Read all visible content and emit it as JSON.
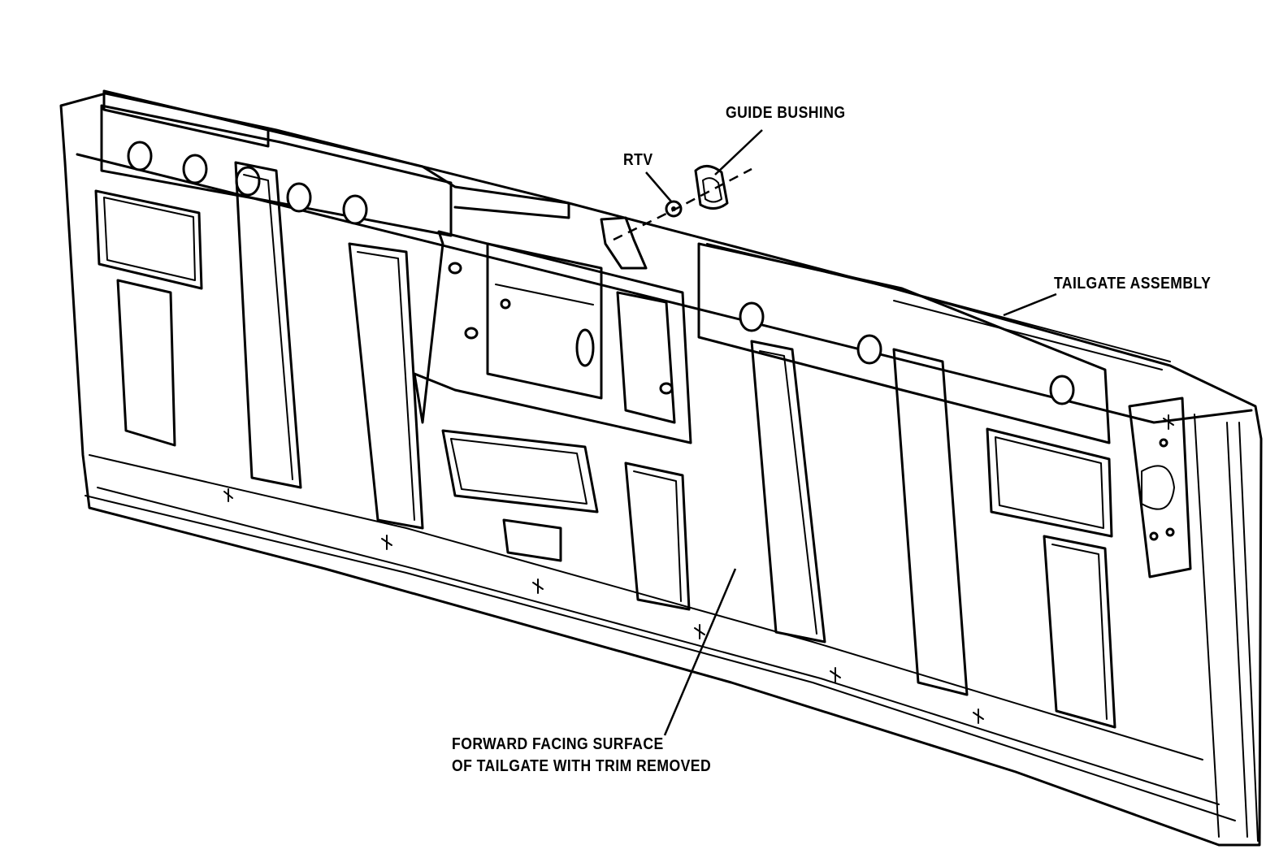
{
  "callouts": {
    "guide_bushing": "GUIDE BUSHING",
    "rtv": "RTV",
    "tailgate_assembly": "TAILGATE ASSEMBLY",
    "forward_surface_line1": "FORWARD FACING SURFACE",
    "forward_surface_line2": "OF TAILGATE WITH TRIM REMOVED"
  },
  "colors": {
    "ink": "#000000",
    "paper": "#ffffff"
  }
}
